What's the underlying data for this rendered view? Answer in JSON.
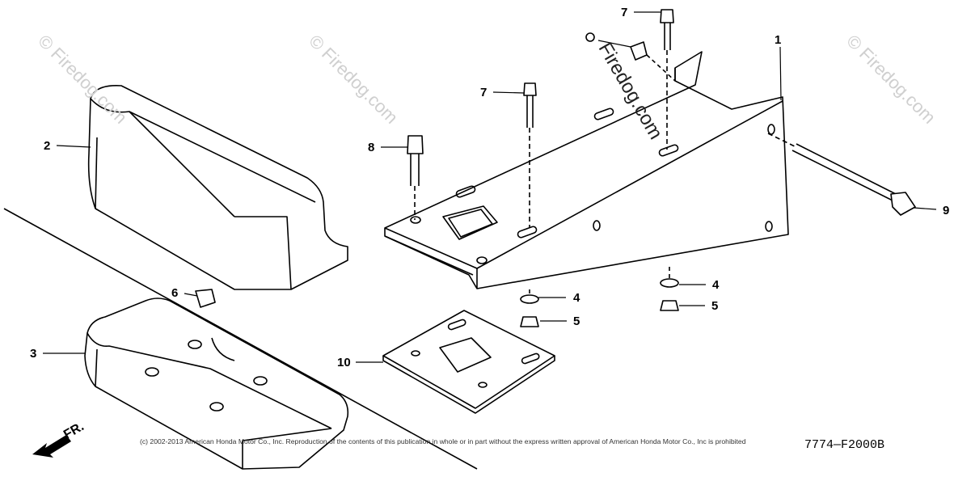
{
  "diagram": {
    "callouts": [
      {
        "id": "c1",
        "text": "1"
      },
      {
        "id": "c2",
        "text": "2"
      },
      {
        "id": "c3",
        "text": "3"
      },
      {
        "id": "c4a",
        "text": "4"
      },
      {
        "id": "c4b",
        "text": "4"
      },
      {
        "id": "c5a",
        "text": "5"
      },
      {
        "id": "c5b",
        "text": "5"
      },
      {
        "id": "c6",
        "text": "6"
      },
      {
        "id": "c7a",
        "text": "7"
      },
      {
        "id": "c7b",
        "text": "7"
      },
      {
        "id": "c8",
        "text": "8"
      },
      {
        "id": "c9",
        "text": "9"
      },
      {
        "id": "c10",
        "text": "10"
      }
    ],
    "direction_label": "FR.",
    "diagram_code": "7774—F2000B",
    "copyright": "(c) 2002-2013 American Honda Motor Co., Inc. Reproduction of the contents of this publication in whole or in part without the express written approval of American Honda Motor Co., Inc is prohibited",
    "watermark": "© Firedog.com",
    "watermark_center": "Firedog.com"
  }
}
